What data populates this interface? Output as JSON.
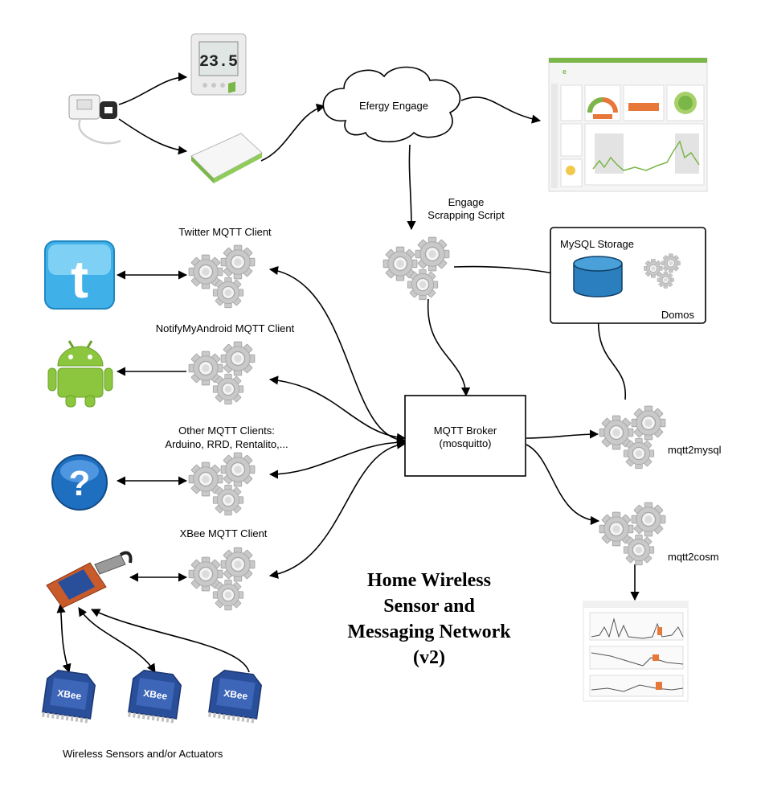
{
  "title_lines": [
    "Home Wireless",
    "Sensor and",
    "Messaging Network",
    "(v2)"
  ],
  "nodes": {
    "efergy_engage": "Efergy Engage",
    "engage_script": [
      "Engage",
      "Scrapping Script"
    ],
    "mysql_storage": "MySQL Storage",
    "domos": "Domos",
    "twitter_client": "Twitter MQTT Client",
    "nma_client": "NotifyMyAndroid MQTT Client",
    "other_clients": [
      "Other MQTT Clients:",
      "Arduino, RRD, Rentalito,..."
    ],
    "xbee_client": "XBee MQTT Client",
    "broker": [
      "MQTT Broker",
      "(mosquitto)"
    ],
    "mqtt2mysql": "mqtt2mysql",
    "mqtt2cosm": "mqtt2cosm",
    "sensors": "Wireless Sensors and/or Actuators"
  },
  "display_reading": "23.5",
  "icons": {
    "twitter": "twitter-logo-icon",
    "android": "android-robot-icon",
    "unknown": "question-mark-icon"
  },
  "colors": {
    "gear": "#c8c8c8",
    "twitter_blue": "#3fb0e8",
    "android_green": "#8cc63f",
    "question_blue": "#1f6fc0",
    "xbee_board": "#c95a2a",
    "xbee_chip": "#2a4f9a",
    "dashboard_green": "#7ab648",
    "gauge_orange": "#e8783a"
  }
}
